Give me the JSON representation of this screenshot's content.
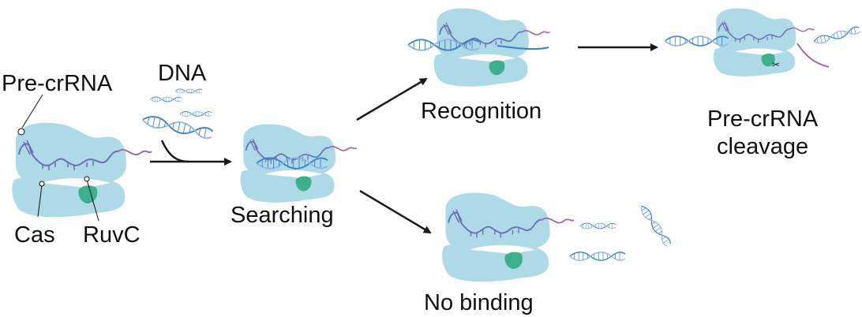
{
  "labels": {
    "pre_crrna": "Pre-crRNA",
    "dna": "DNA",
    "cas": "Cas",
    "ruvc": "RuvC",
    "searching": "Searching",
    "recognition": "Recognition",
    "no_binding": "No binding",
    "cleavage_line1": "Pre-crRNA",
    "cleavage_line2": "cleavage"
  },
  "colors": {
    "protein": "#aed9e6",
    "ruvc": "#3daf8c",
    "crrna": "#6b6fb2",
    "tail": "#9b6aa8",
    "dna": "#3b7fc4",
    "arrow": "#1a1a1a"
  }
}
